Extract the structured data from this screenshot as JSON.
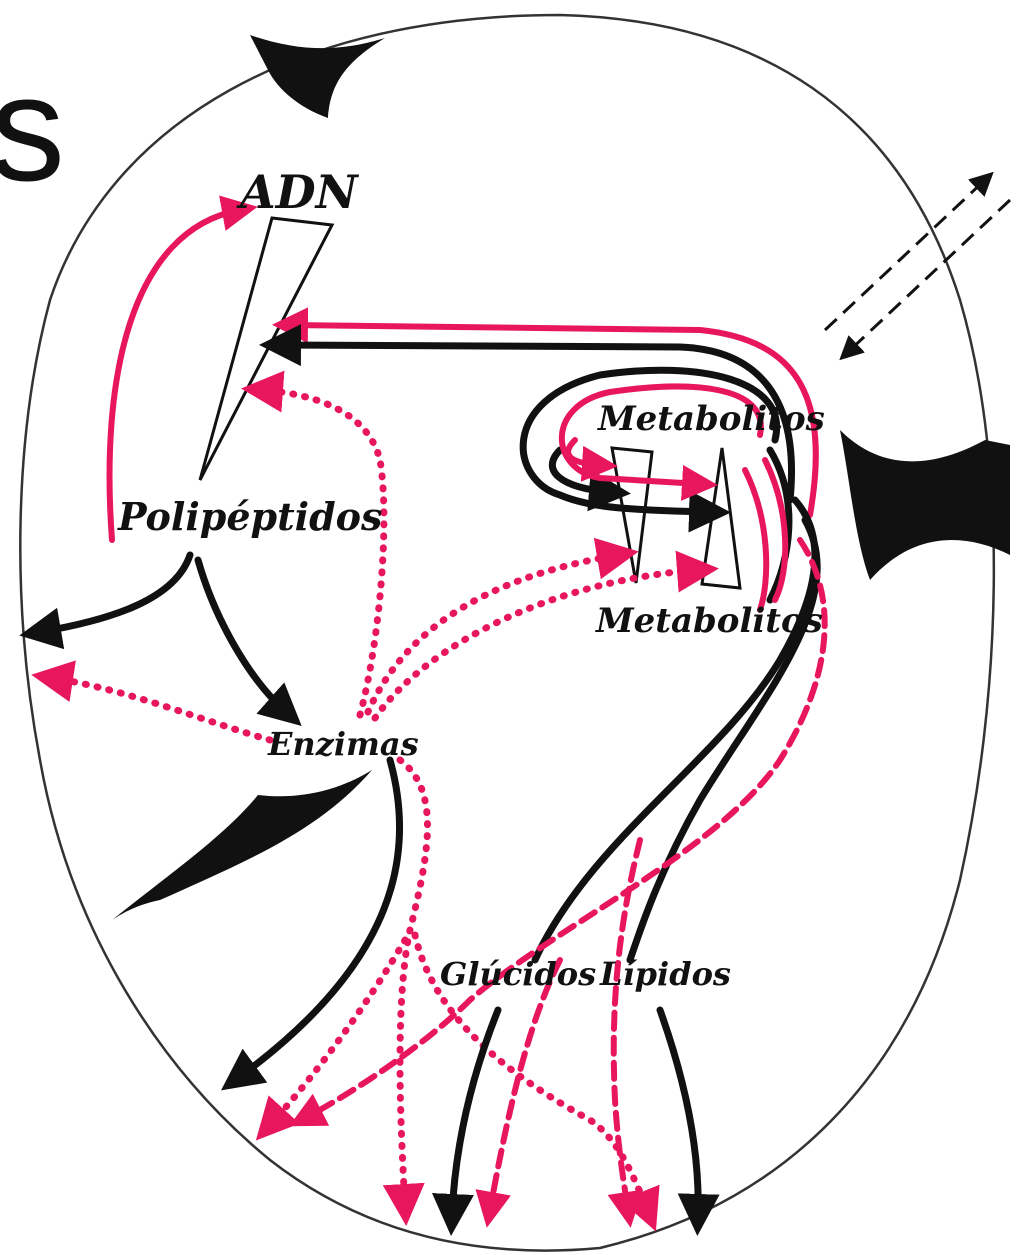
{
  "diagram": {
    "corner_text": "s",
    "labels": {
      "dna": "ADN",
      "polypeptides": "Polipéptidos",
      "metabolites_top": "Metabolitos",
      "metabolites_bottom": "Metabolitos",
      "enzymes": "Enzimas",
      "carbohydrates": "Glúcidos",
      "lipids": "Lípidos"
    }
  },
  "colors": {
    "black_flow": "#111111",
    "pink_flow": "#e8175d",
    "cell_outline": "#333333",
    "background": "#ffffff"
  }
}
